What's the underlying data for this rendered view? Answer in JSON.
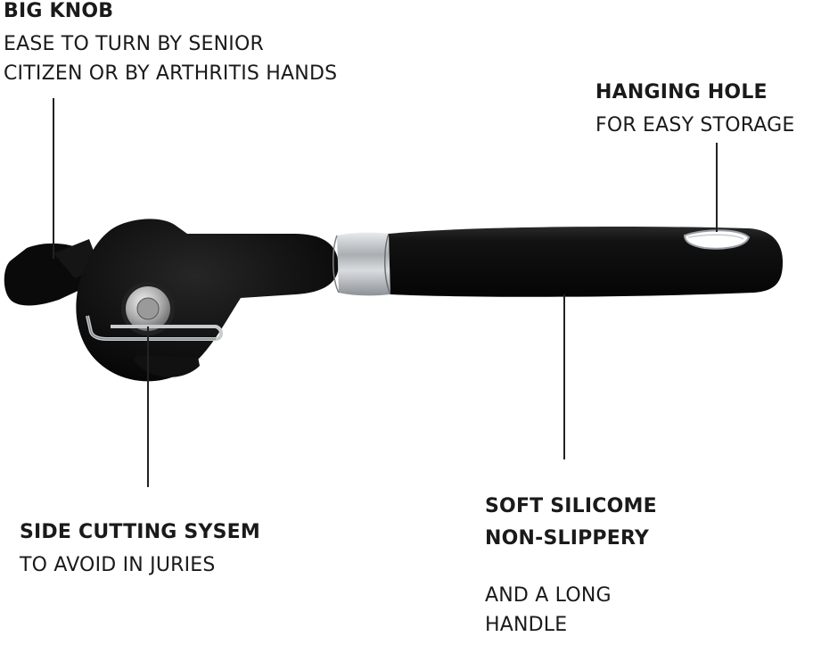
{
  "callouts": {
    "big_knob": {
      "heading": "BIG KNOB",
      "lines": [
        "EASE TO TURN BY SENIOR",
        "CITIZEN OR BY ARTHRITIS HANDS"
      ]
    },
    "hanging_hole": {
      "heading": "HANGING HOLE",
      "lines": [
        "FOR EASY STORAGE"
      ]
    },
    "side_cutting": {
      "heading": "SIDE CUTTING SYSEM",
      "lines": [
        "TO AVOID IN JURIES"
      ]
    },
    "handle": {
      "headings": [
        "SOFT SILICOME",
        "NON-SLIPPERY"
      ],
      "lines": [
        "AND A LONG",
        "HANDLE"
      ]
    }
  },
  "colors": {
    "background": "#ffffff",
    "text": "#1a1a1a",
    "product_black": "#0d0d0d",
    "metal": "#b8bcc0"
  }
}
